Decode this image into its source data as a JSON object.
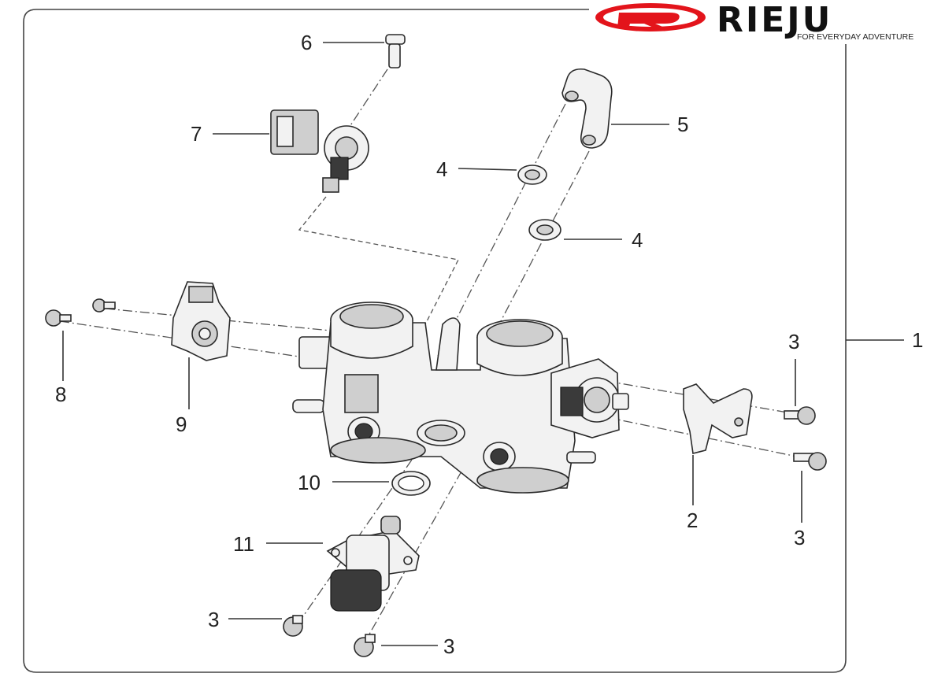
{
  "brand": {
    "name": "RIEJU",
    "tagline": "FOR EVERYDAY ADVENTURE",
    "accent_color": "#e3141b"
  },
  "callouts": [
    {
      "id": "c6",
      "label": "6"
    },
    {
      "id": "c7",
      "label": "7"
    },
    {
      "id": "c5",
      "label": "5"
    },
    {
      "id": "c4a",
      "label": "4"
    },
    {
      "id": "c4b",
      "label": "4"
    },
    {
      "id": "c1",
      "label": "1"
    },
    {
      "id": "c3a",
      "label": "3"
    },
    {
      "id": "c8",
      "label": "8"
    },
    {
      "id": "c9",
      "label": "9"
    },
    {
      "id": "c10",
      "label": "10"
    },
    {
      "id": "c2",
      "label": "2"
    },
    {
      "id": "c3b",
      "label": "3"
    },
    {
      "id": "c11",
      "label": "11"
    },
    {
      "id": "c3c",
      "label": "3"
    },
    {
      "id": "c3d",
      "label": "3"
    }
  ]
}
